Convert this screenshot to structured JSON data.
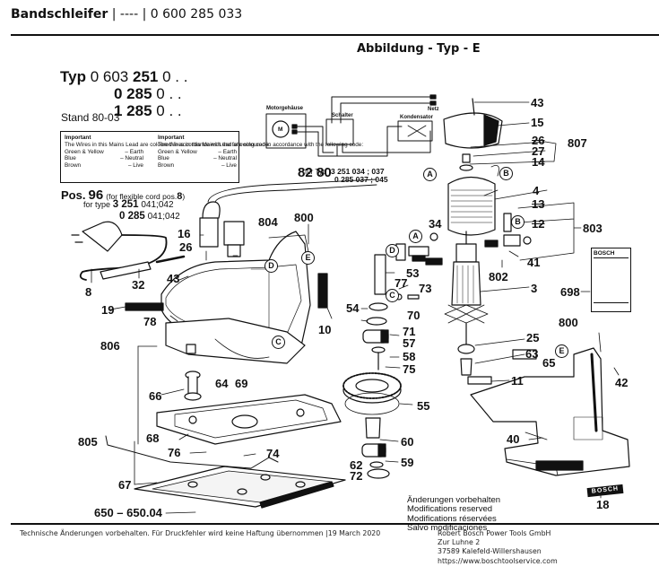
{
  "header": {
    "product_name": "Bandschleifer",
    "separator": " | ---- | ",
    "part_number": "0 600 285 033"
  },
  "figure": {
    "title": "Abbildung - Typ - E"
  },
  "type_block": {
    "prefix": "Typ",
    "rows": [
      {
        "a": "0 603",
        "b": "251",
        "c": "0 . ."
      },
      {
        "a": "",
        "b": "0 285",
        "c": "0 . ."
      },
      {
        "a": "",
        "b": "1 285",
        "c": "0 . ."
      }
    ],
    "stand": "Stand 80-03"
  },
  "important_box": {
    "columns": [
      {
        "heading": "Important",
        "text": "The Wires in this Mains Lead are coloured in accordance with the following code:",
        "codes": [
          [
            "Green & Yellow",
            "– Earth"
          ],
          [
            "Blue",
            "– Neutral"
          ],
          [
            "Brown",
            "– Live"
          ]
        ]
      },
      {
        "heading": "Important",
        "text": "The Wires in this Mains Lead are coloured in accordance with the following code:",
        "codes": [
          [
            "Green & Yellow",
            "– Earth"
          ],
          [
            "Blue",
            "– Neutral"
          ],
          [
            "Brown",
            "– Live"
          ]
        ]
      }
    ]
  },
  "pos96": {
    "label": "Pos.",
    "number": "96",
    "note": "(for flexible cord pos.",
    "note_ref": "8",
    "note_end": ")",
    "for_type": "for type",
    "types": [
      {
        "bold": "3 251",
        "rest": "041;042"
      },
      {
        "bold": "0 285",
        "rest": "041;042"
      }
    ]
  },
  "wiring": {
    "motor_housing": "Motorgehäuse",
    "motor": "M",
    "switch": "Schalter",
    "capacitor": "Kondensator",
    "mains": "Netz"
  },
  "fuer_typ": {
    "prefix": "für Typ",
    "rows": [
      "3 251 034 ; 037",
      "0 285 037 ; 045"
    ]
  },
  "callouts": [
    {
      "id": "43",
      "text": "43"
    },
    {
      "id": "15",
      "text": "15"
    },
    {
      "id": "26b",
      "text": "26"
    },
    {
      "id": "27",
      "text": "27"
    },
    {
      "id": "14",
      "text": "14"
    },
    {
      "id": "807",
      "text": "807"
    },
    {
      "id": "4",
      "text": "4"
    },
    {
      "id": "13",
      "text": "13"
    },
    {
      "id": "12",
      "text": "12"
    },
    {
      "id": "803",
      "text": "803"
    },
    {
      "id": "41",
      "text": "41"
    },
    {
      "id": "802",
      "text": "802"
    },
    {
      "id": "3",
      "text": "3"
    },
    {
      "id": "698",
      "text": "698"
    },
    {
      "id": "34",
      "text": "34"
    },
    {
      "id": "82",
      "text": "82"
    },
    {
      "id": "80",
      "text": "80"
    },
    {
      "id": "16",
      "text": "16"
    },
    {
      "id": "804",
      "text": "804"
    },
    {
      "id": "800a",
      "text": "800"
    },
    {
      "id": "26",
      "text": "26"
    },
    {
      "id": "8",
      "text": "8"
    },
    {
      "id": "32",
      "text": "32"
    },
    {
      "id": "43b",
      "text": "43"
    },
    {
      "id": "19",
      "text": "19"
    },
    {
      "id": "10",
      "text": "10"
    },
    {
      "id": "78",
      "text": "78"
    },
    {
      "id": "806",
      "text": "806"
    },
    {
      "id": "53",
      "text": "53"
    },
    {
      "id": "77",
      "text": "77"
    },
    {
      "id": "73",
      "text": "73"
    },
    {
      "id": "70",
      "text": "70"
    },
    {
      "id": "54",
      "text": "54"
    },
    {
      "id": "71",
      "text": "71"
    },
    {
      "id": "57",
      "text": "57"
    },
    {
      "id": "58",
      "text": "58"
    },
    {
      "id": "75",
      "text": "75"
    },
    {
      "id": "55",
      "text": "55"
    },
    {
      "id": "60",
      "text": "60"
    },
    {
      "id": "59",
      "text": "59"
    },
    {
      "id": "62",
      "text": "62"
    },
    {
      "id": "72",
      "text": "72"
    },
    {
      "id": "66",
      "text": "66"
    },
    {
      "id": "64",
      "text": "64"
    },
    {
      "id": "69",
      "text": "69"
    },
    {
      "id": "805",
      "text": "805"
    },
    {
      "id": "68",
      "text": "68"
    },
    {
      "id": "76",
      "text": "76"
    },
    {
      "id": "74",
      "text": "74"
    },
    {
      "id": "67",
      "text": "67"
    },
    {
      "id": "650",
      "text": "650 – 650.04"
    },
    {
      "id": "25",
      "text": "25"
    },
    {
      "id": "63",
      "text": "63"
    },
    {
      "id": "65",
      "text": "65"
    },
    {
      "id": "11",
      "text": "11"
    },
    {
      "id": "800b",
      "text": "800"
    },
    {
      "id": "42",
      "text": "42"
    },
    {
      "id": "40",
      "text": "40"
    },
    {
      "id": "18",
      "text": "18"
    }
  ],
  "circle_refs": [
    "A",
    "B",
    "A",
    "D",
    "B",
    "C",
    "D",
    "E",
    "C",
    "E"
  ],
  "brand_marks": {
    "manual": "BOSCH",
    "badge": "BOSCH"
  },
  "modifications": [
    "Änderungen vorbehalten",
    "Modifications reserved",
    "Modifications réservées",
    "Salvo modificaciones"
  ],
  "footer": {
    "disclaimer": "Technische Änderungen vorbehalten. Für Druckfehler wird keine Haftung übernommen |19 March 2020",
    "company": "Robert Bosch Power Tools GmbH",
    "street": "Zur Luhne 2",
    "city": "37589 Kalefeld-Willershausen",
    "url": "https://www.boschtoolservice.com"
  }
}
